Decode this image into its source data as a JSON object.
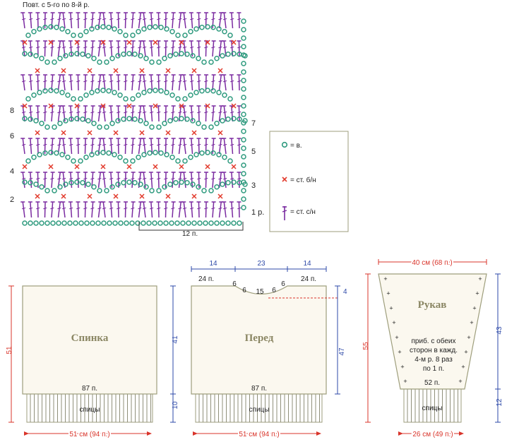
{
  "colors": {
    "paper": "#ffffff",
    "outline": "#9e9e7c",
    "chain": "#2e9a7e",
    "sc": "#e23a2c",
    "dc": "#7a2aa0",
    "panel": "#fbf8ef",
    "ribbing": "#8f8f7a",
    "dim_red": "#d9352b",
    "dim_blue": "#2e4aa8",
    "piece_text": "#8a8663",
    "text": "#222222"
  },
  "chart": {
    "repeat_note": "Повт. с 5-го по 8-й р.",
    "left_row_numbers": [
      "8",
      "6",
      "4",
      "2"
    ],
    "right_row_numbers": [
      "7",
      "5",
      "3",
      "1 р."
    ],
    "repeat_width": "12 п."
  },
  "legend": {
    "items": [
      {
        "icon": "chain-icon",
        "label": "= в."
      },
      {
        "icon": "single-crochet-icon",
        "label": "= ст. б/н"
      },
      {
        "icon": "double-crochet-icon",
        "label": "= ст. с/н"
      }
    ]
  },
  "back": {
    "title": "Спинка",
    "stitches": "87 п.",
    "ribbing": "спицы",
    "height_total": "51",
    "height_body": "41",
    "height_ribbing": "10",
    "width": "51 см (94 п.)"
  },
  "front": {
    "title": "Перед",
    "top_left": "14",
    "top_mid": "23",
    "top_right": "14",
    "shoulder_left": "24 п.",
    "shoulder_right": "24 п.",
    "neck_steps": [
      "6",
      "6",
      "15",
      "6",
      "6"
    ],
    "neck_depth": "4",
    "height_body": "47",
    "stitches": "87 п.",
    "ribbing": "спицы",
    "width": "51 см (94 п.)"
  },
  "sleeve": {
    "title": "Рукав",
    "top_width": "40 см (68 п.)",
    "note_lines": [
      "приб. с обеих",
      "сторон в кажд.",
      "4-м р. 8 раз",
      "по 1 п."
    ],
    "stitches": "52 п.",
    "ribbing": "спицы",
    "height_total": "55",
    "height_body": "43",
    "height_ribbing": "12",
    "width": "26 см (49 п.)"
  }
}
